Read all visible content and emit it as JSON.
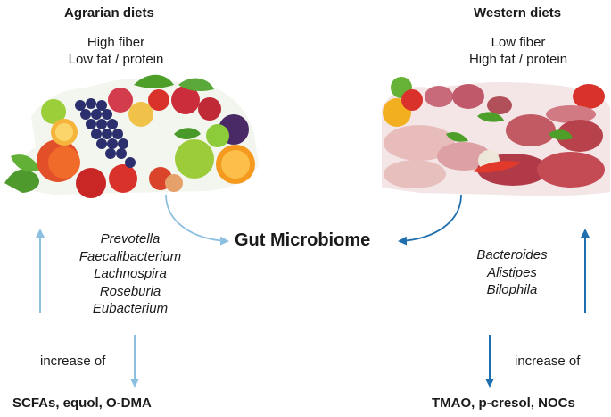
{
  "left": {
    "heading": "Agrarian diets",
    "line1": "High fiber",
    "line2": "Low fat / protein",
    "genera": [
      "Prevotella",
      "Faecalibacterium",
      "Lachnospira",
      "Roseburia",
      "Eubacterium"
    ],
    "increase_label": "increase of",
    "outputs": "SCFAs, equol, O-DMA",
    "image": "fruits-and-vegetables"
  },
  "right": {
    "heading": "Western diets",
    "line1": "Low fiber",
    "line2": "High fat / protein",
    "genera": [
      "Bacteroides",
      "Alistipes",
      "Bilophila"
    ],
    "increase_label": "increase of",
    "outputs": "TMAO, p-cresol, NOCs",
    "image": "raw-meats"
  },
  "center": {
    "title": "Gut Microbiome"
  },
  "colors": {
    "left_arrow": "#8dbfe0",
    "right_arrow": "#1f6fae"
  }
}
